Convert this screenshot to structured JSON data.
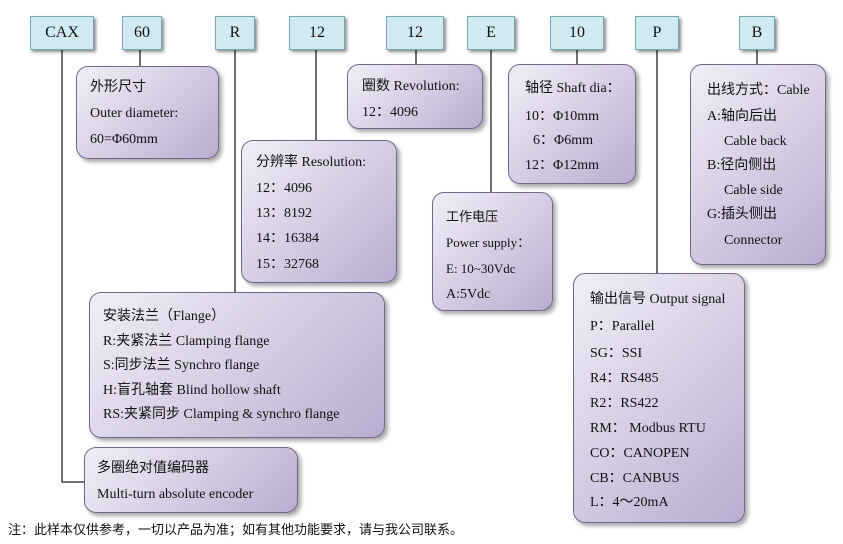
{
  "codes": [
    "CAX",
    "60",
    "R",
    "12",
    "12",
    "E",
    "10",
    "P",
    "B"
  ],
  "outer_diameter": {
    "title": "外形尺寸",
    "line1": "Outer diameter:",
    "line2": "60=Φ60mm"
  },
  "revolution": {
    "title": "圈数 Revolution:",
    "line1": "12：4096"
  },
  "shaft": {
    "title": "轴径 Shaft dia：",
    "items": [
      "10：Φ10mm",
      "6：Φ6mm",
      "12：Φ12mm"
    ]
  },
  "cable": {
    "title": "出线方式：Cable",
    "items": [
      "A:轴向后出",
      "Cable back",
      "B:径向侧出",
      "Cable side",
      "G:插头侧出",
      "Connector"
    ]
  },
  "resolution": {
    "title": "分辨率 Resolution:",
    "items": [
      "12：4096",
      "13：8192",
      "14：16384",
      "15：32768"
    ]
  },
  "power": {
    "title": "工作电压",
    "items": [
      "Power supply：",
      "E: 10~30Vdc",
      "A:5Vdc"
    ]
  },
  "output": {
    "title": "输出信号 Output signal",
    "items": [
      "P：Parallel",
      "SG：SSI",
      "R4：RS485",
      "R2：RS422",
      "RM：  Modbus RTU",
      "CO：CANOPEN",
      "CB：CANBUS",
      "L：4～20mA"
    ]
  },
  "flange": {
    "title": "安装法兰（Flange）",
    "items": [
      "R:夹紧法兰 Clamping flange",
      "S:同步法兰 Synchro flange",
      "H:盲孔轴套 Blind hollow shaft",
      "RS:夹紧同步 Clamping & synchro flange"
    ]
  },
  "encoder": {
    "line1": "多圈绝对值编码器",
    "line2": "Multi-turn absolute encoder"
  },
  "note": "注：此样本仅供参考，一切以产品为准；如有其他功能要求，请与我公司联系。"
}
